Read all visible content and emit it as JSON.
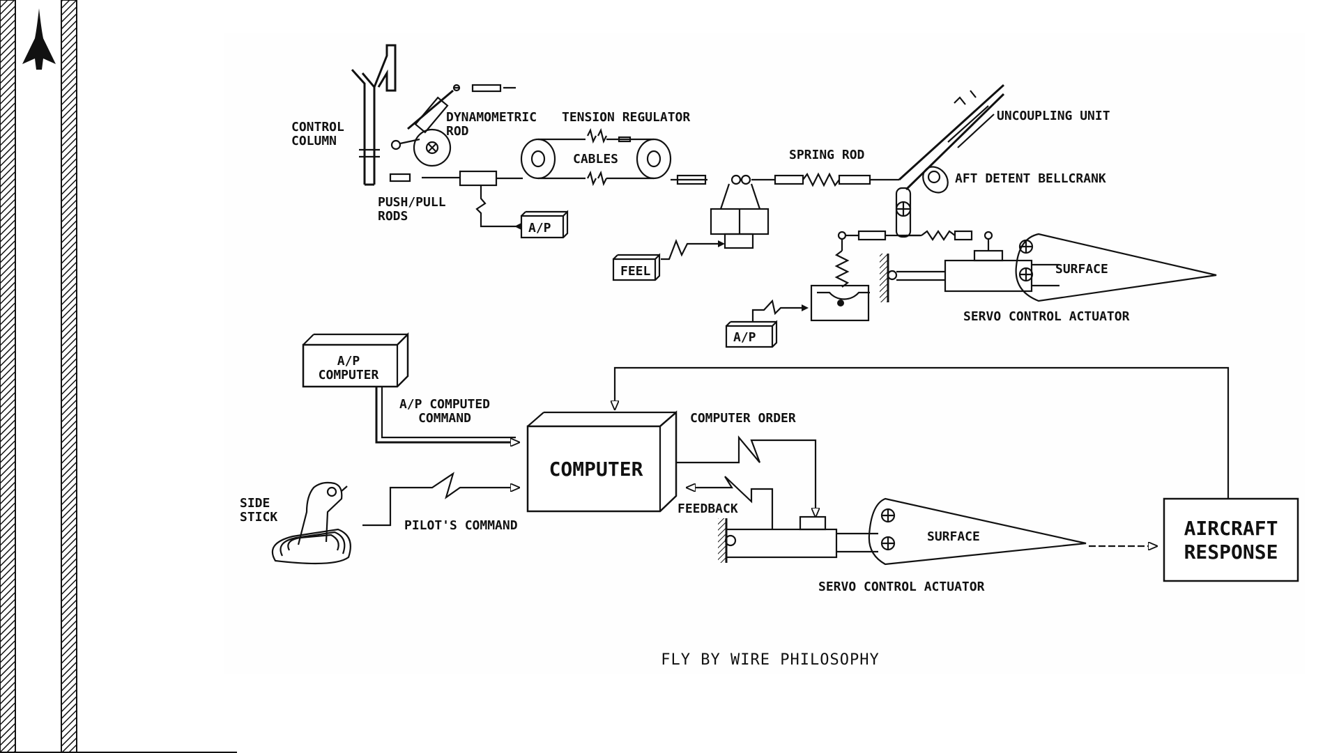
{
  "figure": {
    "caption": "FLY BY WIRE PHILOSOPHY",
    "mechanical": {
      "control_column": [
        "CONTROL",
        "COLUMN"
      ],
      "dynamometric_rod": [
        "DYNAMOMETRIC",
        "ROD"
      ],
      "tension_regulator": "TENSION REGULATOR",
      "cables": "CABLES",
      "push_pull_rods": [
        "PUSH/PULL",
        "RODS"
      ],
      "autopilot_box": "A/P",
      "feel_box": "FEEL",
      "spring_rod": "SPRING ROD",
      "uncoupling_unit": "UNCOUPLING UNIT",
      "aft_detent_bellcrank": "AFT DETENT BELLCRANK",
      "surface": "SURFACE",
      "servo_control_actuator": "SERVO CONTROL ACTUATOR",
      "autopilot_box_2": "A/P"
    },
    "fly_by_wire": {
      "ap_computer": [
        "A/P",
        "COMPUTER"
      ],
      "ap_computed_command": [
        "A/P COMPUTED",
        "COMMAND"
      ],
      "computer": "COMPUTER",
      "computer_order": "COMPUTER ORDER",
      "feedback": "FEEDBACK",
      "side_stick": [
        "SIDE",
        "STICK"
      ],
      "pilots_command": "PILOT'S COMMAND",
      "surface": "SURFACE",
      "servo_control_actuator": "SERVO CONTROL ACTUATOR",
      "aircraft_response": [
        "AIRCRAFT",
        "RESPONSE"
      ]
    }
  },
  "sidebar": {
    "logo_icon": "delta-wing-aircraft-icon"
  }
}
